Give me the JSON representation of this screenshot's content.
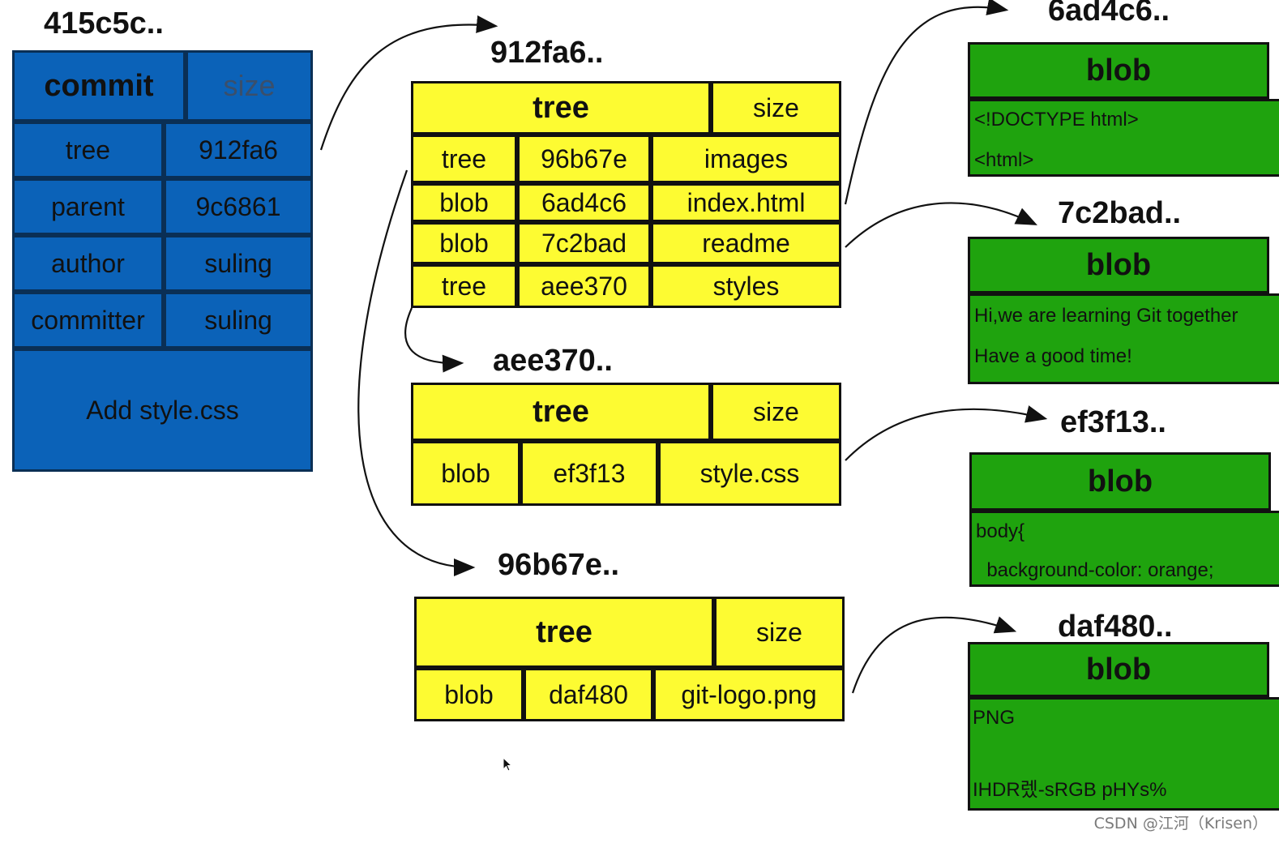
{
  "commit": {
    "hash": "415c5c..",
    "header": "commit",
    "size": "size",
    "rows": [
      {
        "key": "tree",
        "value": "912fa6"
      },
      {
        "key": "parent",
        "value": "9c6861"
      },
      {
        "key": "author",
        "value": "suling"
      },
      {
        "key": "committer",
        "value": "suling"
      }
    ],
    "message": "Add style.css"
  },
  "trees": {
    "t912": {
      "hash": "912fa6..",
      "header": "tree",
      "size": "size",
      "rows": [
        [
          "tree",
          "96b67e",
          "images"
        ],
        [
          "blob",
          "6ad4c6",
          "index.html"
        ],
        [
          "blob",
          "7c2bad",
          "readme"
        ],
        [
          "tree",
          "aee370",
          "styles"
        ]
      ]
    },
    "taee": {
      "hash": "aee370..",
      "header": "tree",
      "size": "size",
      "rows": [
        [
          "blob",
          "ef3f13",
          "style.css"
        ]
      ]
    },
    "t96b": {
      "hash": "96b67e..",
      "header": "tree",
      "size": "size",
      "rows": [
        [
          "blob",
          "daf480",
          "git-logo.png"
        ]
      ]
    }
  },
  "blobs": {
    "b6ad": {
      "hash": "6ad4c6..",
      "header": "blob",
      "lines": [
        "<!DOCTYPE html>",
        "<html>"
      ]
    },
    "b7c2": {
      "hash": "7c2bad..",
      "header": "blob",
      "lines": [
        "Hi,we are learning Git together",
        "Have a good time!"
      ]
    },
    "bef3": {
      "hash": "ef3f13..",
      "header": "blob",
      "lines": [
        "body{",
        "  background-color: orange;"
      ]
    },
    "bdaf": {
      "hash": "daf480..",
      "header": "blob",
      "lines": [
        "PNG",
        "IHDR렜-sRGB pHYs%"
      ]
    }
  },
  "watermark": "CSDN @江河（Krisen）",
  "colors": {
    "commit": "#0b62b8",
    "tree": "#fdfb32",
    "blob": "#1fa30e"
  }
}
